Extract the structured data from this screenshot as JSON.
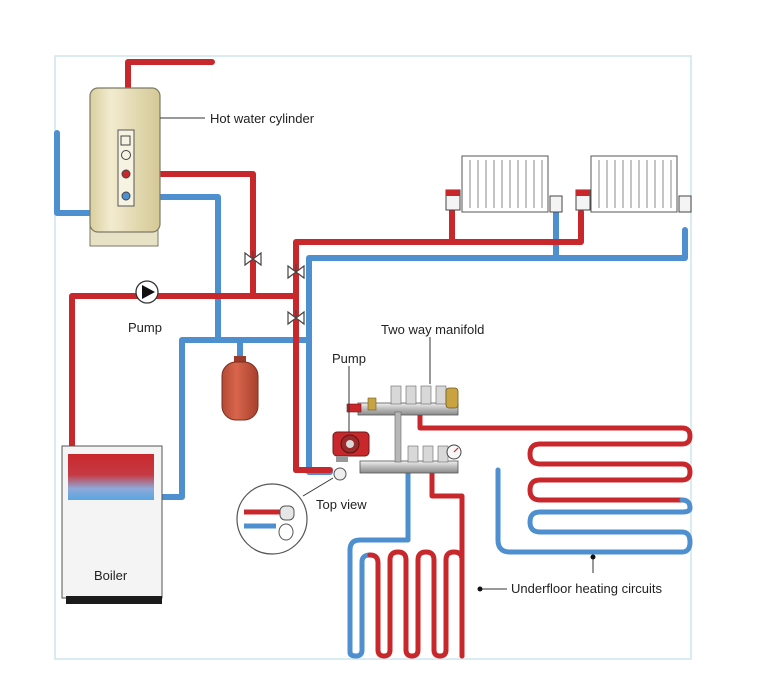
{
  "labels": {
    "hot_water_cylinder": "Hot water cylinder",
    "pump_left": "Pump",
    "pump_manifold": "Pump",
    "two_way_manifold": "Two way manifold",
    "top_view": "Top view",
    "boiler": "Boiler",
    "underfloor": "Underfloor heating circuits"
  },
  "colors": {
    "hot_pipe": "#c8282c",
    "cold_pipe": "#4e8fcf",
    "frame": "#cfe6ec",
    "cylinder": "#efe7c9",
    "expansion_vessel": "#c8563f",
    "boiler_body": "#f4f4f4"
  }
}
